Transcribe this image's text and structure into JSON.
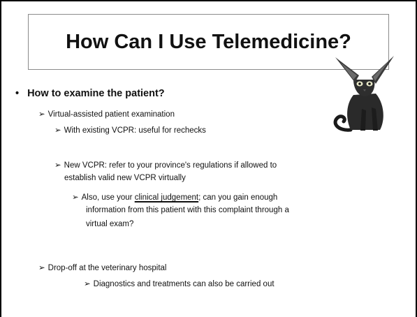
{
  "slide": {
    "title": "How Can I Use Telemedicine?",
    "bullet_char": "•",
    "arrow_char": "➢",
    "heading": "How to examine the patient?",
    "items": [
      "Virtual-assisted patient examination",
      "With existing VCPR: useful for rechecks",
      "New VCPR: refer to your province's regulations if allowed to",
      "establish valid new VCPR virtually",
      "Also, use your ",
      "clinical judgement",
      "; can you gain enough",
      "information from this patient with this complaint through a",
      "virtual exam?",
      "Drop-off at the veterinary hospital",
      "Diagnostics and treatments can also be carried out"
    ],
    "image_icon": "cat-illustration-icon"
  }
}
